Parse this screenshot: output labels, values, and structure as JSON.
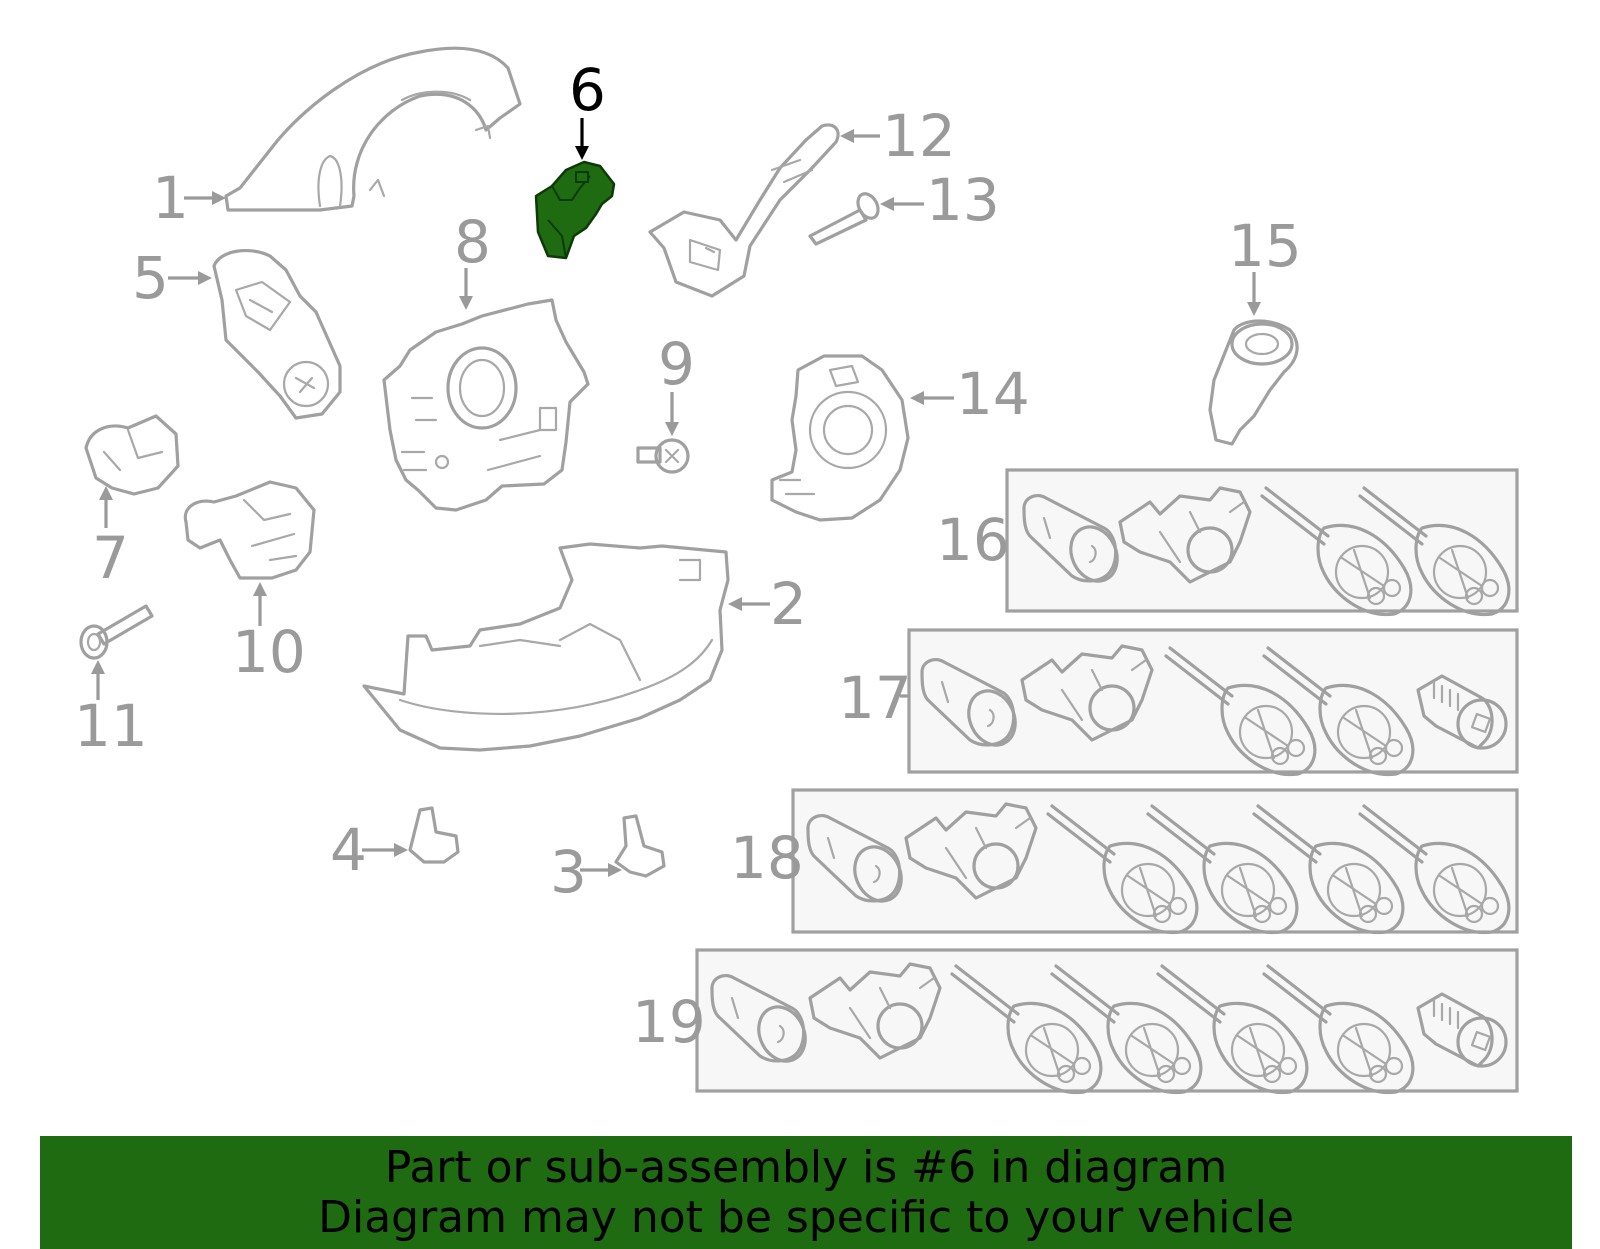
{
  "callouts": {
    "c1": "1",
    "c2": "2",
    "c3": "3",
    "c4": "4",
    "c5": "5",
    "c6": "6",
    "c7": "7",
    "c8": "8",
    "c9": "9",
    "c10": "10",
    "c11": "11",
    "c12": "12",
    "c13": "13",
    "c14": "14",
    "c15": "15",
    "c16": "16",
    "c17": "17",
    "c18": "18",
    "c19": "19"
  },
  "highlight": {
    "part": "6",
    "color": "#1e6b12"
  },
  "banner": {
    "line1": "Part or sub-assembly is #6 in diagram",
    "line2": "Diagram may not be specific to your vehicle",
    "background": "#1e6b12"
  }
}
